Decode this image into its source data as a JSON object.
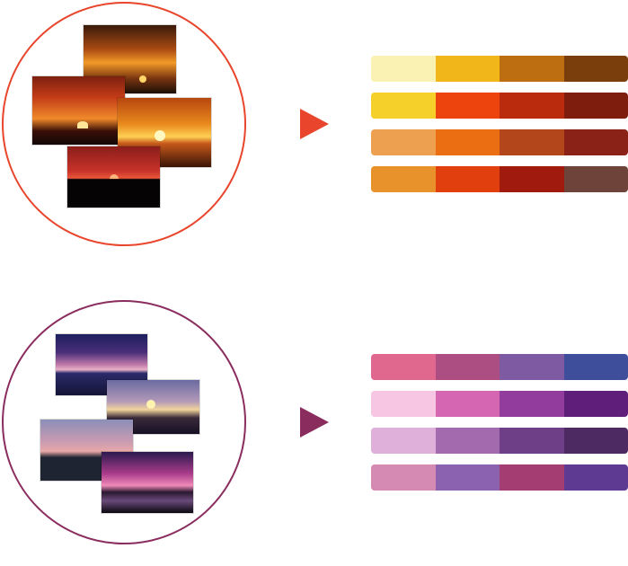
{
  "groups": [
    {
      "id": "sunset",
      "circle_color": "#e8452c",
      "arrow_color": "#e8452c",
      "photos": [
        {
          "name": "photo-sunset-1",
          "gradient": [
            "#3a1a0a",
            "#a84a12",
            "#f29a28",
            "#1a0d06"
          ]
        },
        {
          "name": "photo-sunset-2",
          "gradient": [
            "#7e2110",
            "#d24a1a",
            "#f7a030",
            "#120806"
          ]
        },
        {
          "name": "photo-sunset-3",
          "gradient": [
            "#b6470f",
            "#e98a1d",
            "#ffe27a",
            "#3a1408"
          ]
        },
        {
          "name": "photo-sunset-4",
          "gradient": [
            "#8a1e1a",
            "#c8322a",
            "#e9563a",
            "#050303"
          ]
        }
      ],
      "palettes": [
        [
          "#f9f2b2",
          "#f0b61a",
          "#bd6e10",
          "#7a3e0c"
        ],
        [
          "#f5cf2a",
          "#ed440d",
          "#ba2a0d",
          "#7e1c0e"
        ],
        [
          "#eca050",
          "#ec6e13",
          "#b4461b",
          "#8a2218"
        ],
        [
          "#e8922c",
          "#e1400e",
          "#a01b0e",
          "#6e443a"
        ]
      ]
    },
    {
      "id": "dusk",
      "circle_color": "#8a2d5e",
      "arrow_color": "#8a2d5e",
      "photos": [
        {
          "name": "photo-dusk-1",
          "gradient": [
            "#1c1f5e",
            "#6b3a8a",
            "#e79ac0",
            "#141436"
          ]
        },
        {
          "name": "photo-dusk-2",
          "gradient": [
            "#6a6aa0",
            "#b49ab8",
            "#f2d49a",
            "#161024"
          ]
        },
        {
          "name": "photo-dusk-3",
          "gradient": [
            "#8b8fb8",
            "#c79ab2",
            "#e8a8a8",
            "#1e2432"
          ]
        },
        {
          "name": "photo-dusk-4",
          "gradient": [
            "#2a1a4e",
            "#a83a8a",
            "#f08ab8",
            "#0a0810"
          ]
        }
      ],
      "palettes": [
        [
          "#e0688e",
          "#ac4e82",
          "#7e5aa2",
          "#3e4e9a"
        ],
        [
          "#f6c6e2",
          "#d466b2",
          "#923c9e",
          "#5e1e7a"
        ],
        [
          "#deb0da",
          "#a46aae",
          "#6e3e86",
          "#4e2a62"
        ],
        [
          "#d48ab2",
          "#8a62b0",
          "#a43e72",
          "#5e3a92"
        ]
      ]
    }
  ]
}
